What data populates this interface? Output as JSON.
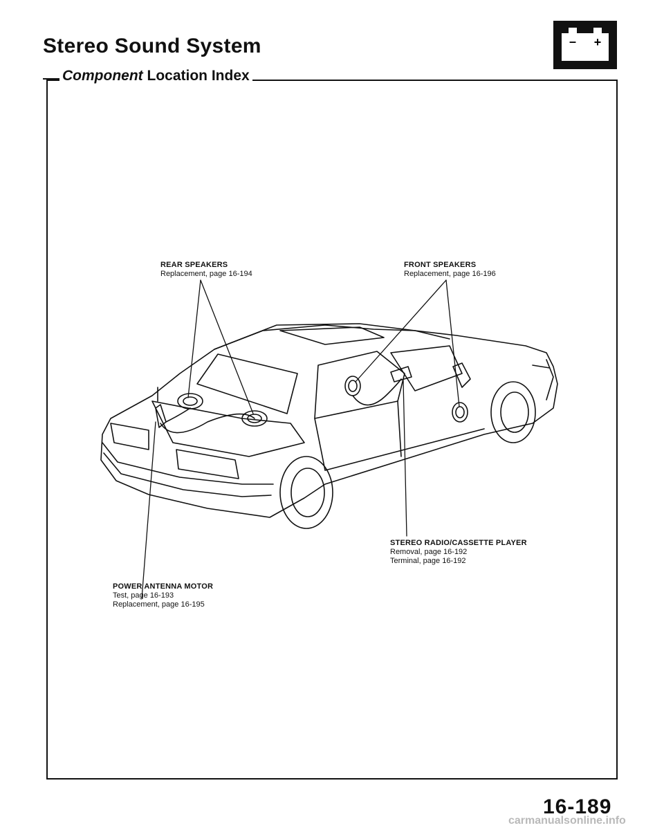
{
  "header": {
    "title": "Stereo Sound System",
    "subtitle_italic": "Component",
    "subtitle_rest": "Location Index",
    "battery_icon": "battery-icon",
    "battery_minus": "–",
    "battery_plus": "+"
  },
  "callouts": {
    "rear_speakers": {
      "title": "REAR SPEAKERS",
      "line1": "Replacement, page 16-194"
    },
    "front_speakers": {
      "title": "FRONT SPEAKERS",
      "line1": "Replacement, page 16-196"
    },
    "stereo_radio": {
      "title": "STEREO RADIO/CASSETTE PLAYER",
      "line1": "Removal, page 16-192",
      "line2": "Terminal, page 16-192"
    },
    "power_antenna": {
      "title": "POWER ANTENNA MOTOR",
      "line1": "Test, page 16-193",
      "line2": "Replacement, page 16-195"
    }
  },
  "footer": {
    "page_number": "16-189",
    "url": "carmanualsonline.info"
  }
}
